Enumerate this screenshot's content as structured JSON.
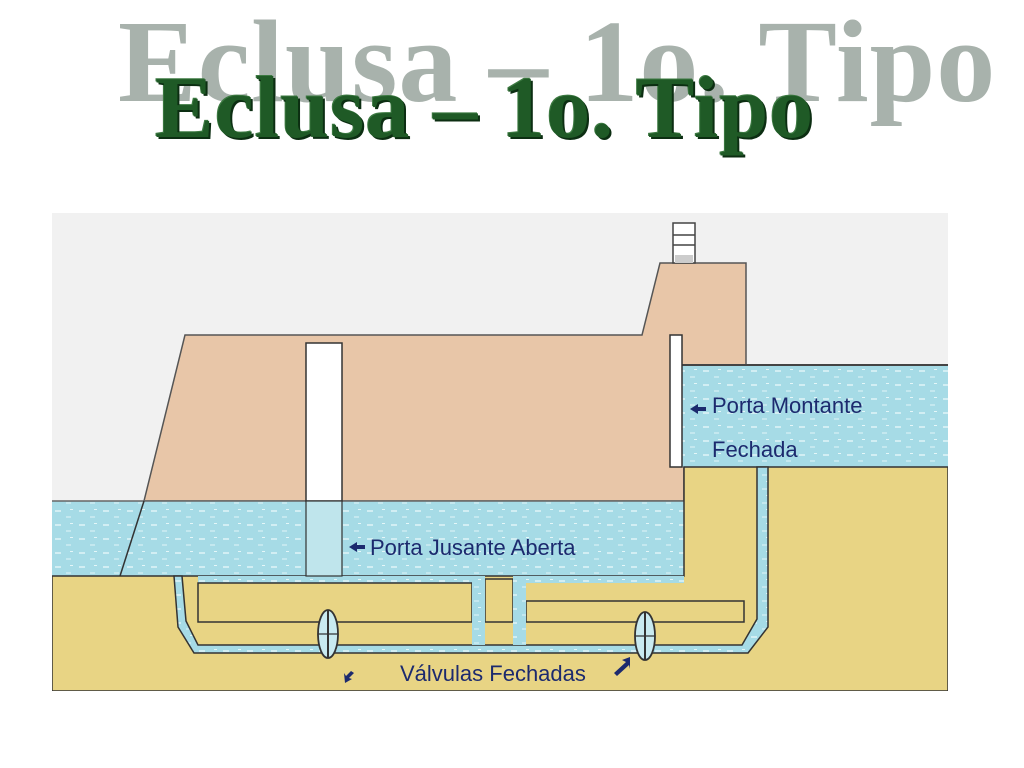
{
  "title": "Eclusa – 1o. Tipo",
  "labels": {
    "upstream_gate": [
      "Porta Montante",
      "Fechada"
    ],
    "downstream_gate": "Porta Jusante Aberta",
    "valves": "Válvulas Fechadas"
  },
  "colors": {
    "title": "#1f5a26",
    "title_shadow": "#a8b2ac",
    "sky": "#f1f1f1",
    "concrete": "#e8c6a8",
    "ground": "#e8d484",
    "water": "#a6dbe6",
    "label_text": "#1c2a6e"
  },
  "icons": {
    "gate_arrow": "arrow-left-icon",
    "valve": "valve-icon"
  }
}
